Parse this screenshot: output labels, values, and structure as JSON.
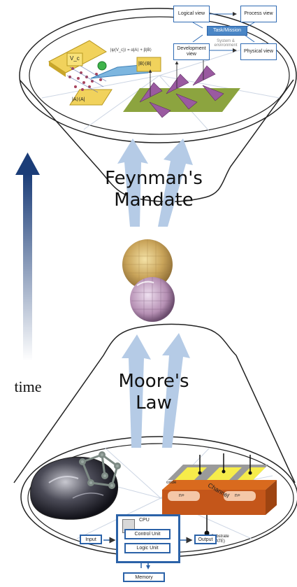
{
  "labels": {
    "feynman_line1": "Feynman's",
    "feynman_line2": "Mandate",
    "moore_line1": "Moore's",
    "moore_line2": "Law",
    "time": "time"
  },
  "top_diagram": {
    "logical": "Logical view",
    "process": "Process view",
    "task": "Task/Mission",
    "development": "Development view",
    "system": "System & environment",
    "physical": "Physical view",
    "vc": "V_c",
    "ket1": "|A⟩⟨A|",
    "ket2": "|B⟩⟨B|",
    "equation": "|ψ(V_c)⟩ = α|A⟩ + β|B⟩"
  },
  "bottom_diagram": {
    "cpu": "CPU",
    "control_unit": "Control Unit",
    "logic_unit": "Logic Unit",
    "input": "Input",
    "output": "Output",
    "memory": "Memory",
    "oxide": "oxide",
    "channel": "Channel",
    "n_left": "n+",
    "n_right": "n+",
    "substrate": "Substrate (GATE)"
  },
  "colors": {
    "arrow_pale": "#b5cbe6",
    "time_dark": "#1b3d78",
    "box_blue": "#2b62a8",
    "task_fill": "#4a86c6"
  }
}
